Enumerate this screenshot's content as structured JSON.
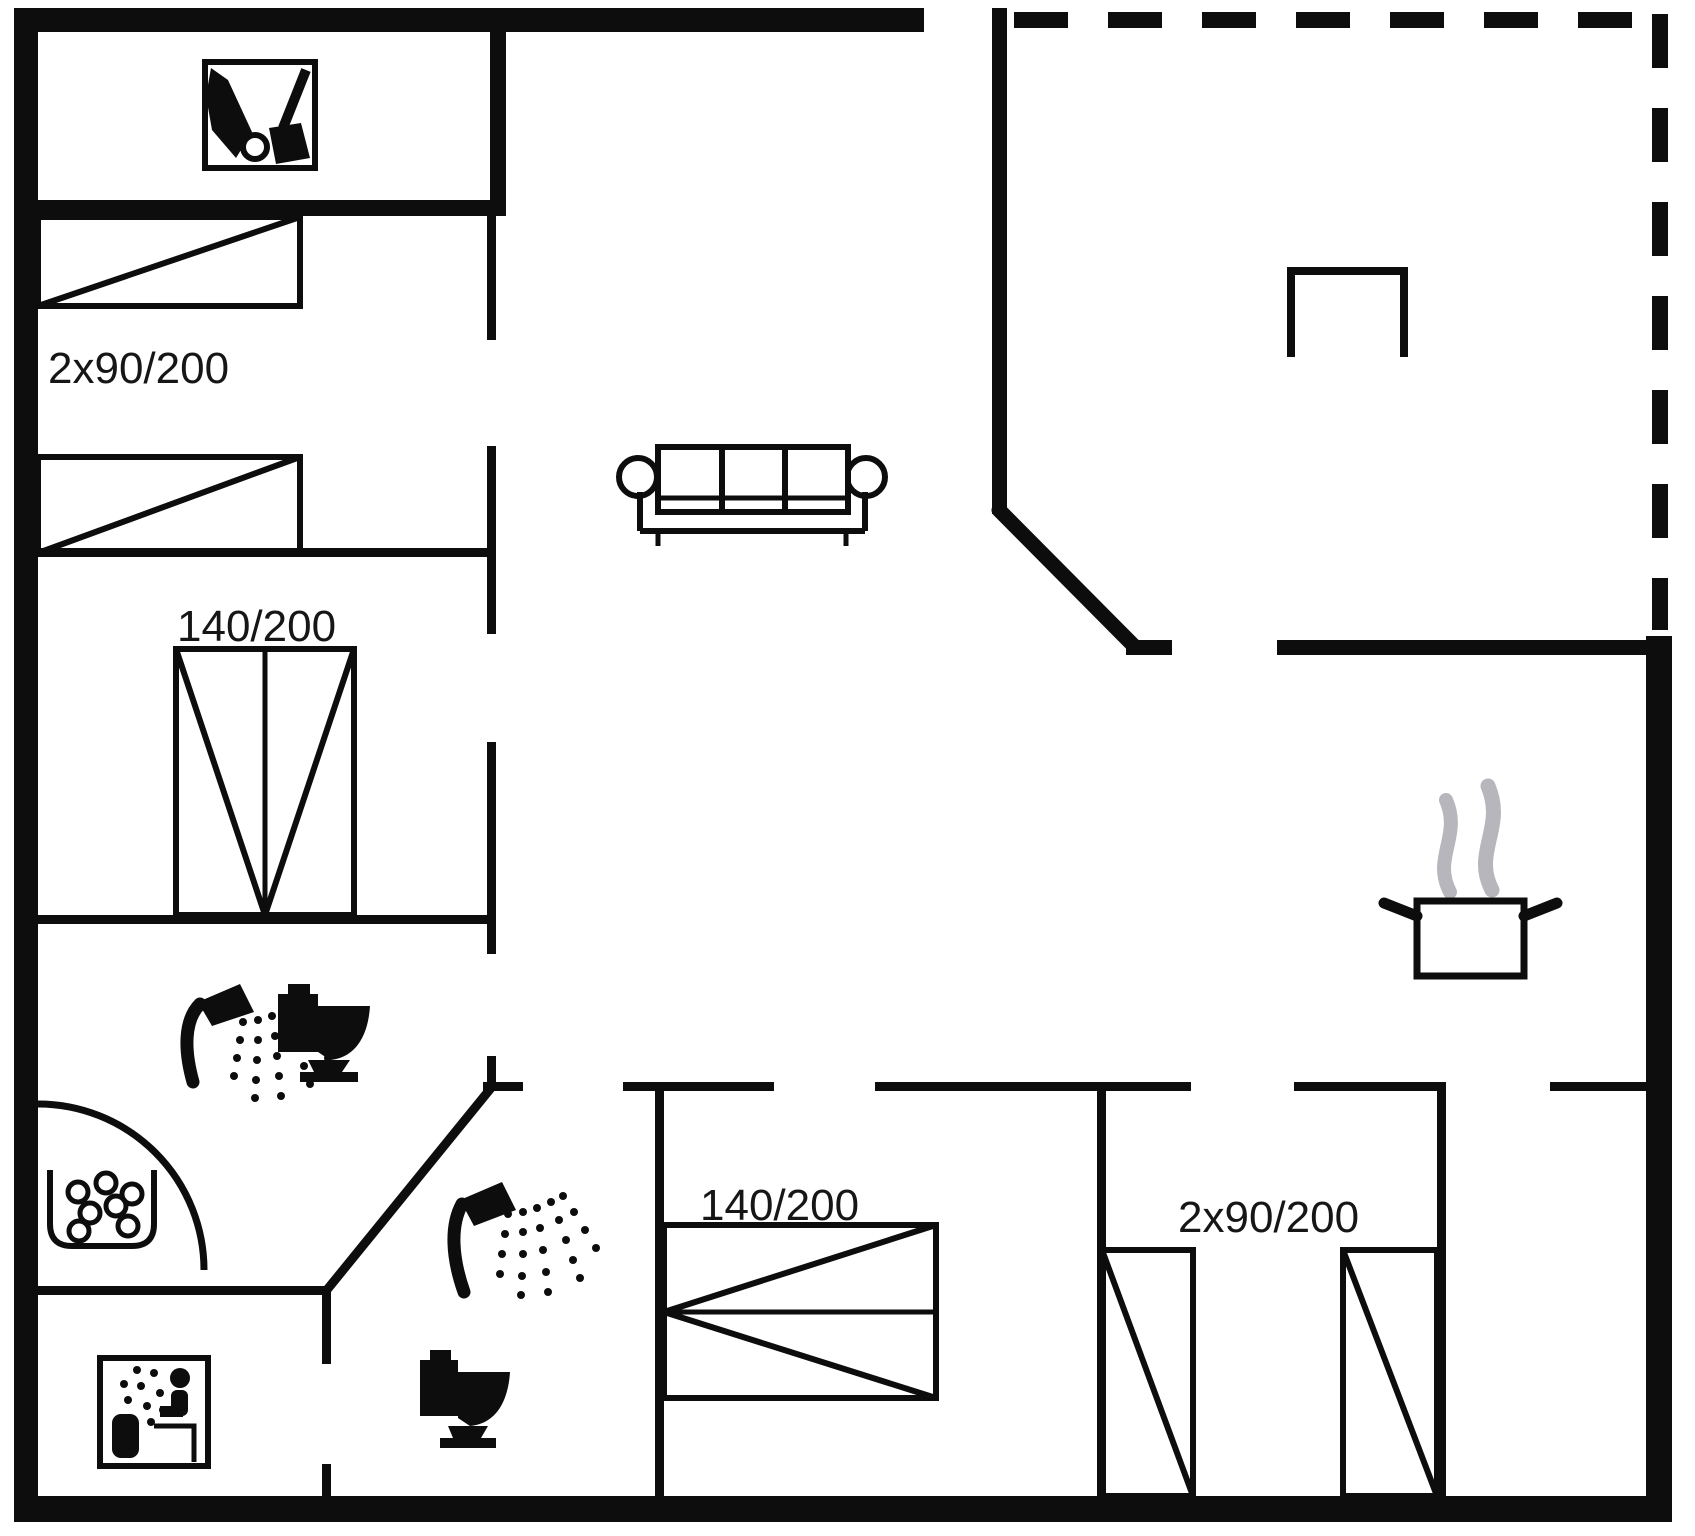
{
  "diagram": {
    "type": "floor-plan",
    "background_color": "#ffffff",
    "wall_color": "#0d0d0d",
    "text_color": "#161616",
    "steam_color": "#b6b6bc",
    "labels": {
      "bedroom_top_left": "2x90/200",
      "bedroom_mid_left": "140/200",
      "bedroom_bottom_middle": "140/200",
      "bedroom_bottom_right": "2x90/200"
    },
    "icons": [
      "cleaning-equipment-icon",
      "single-bed-icon",
      "double-bed-icon",
      "sofa-icon",
      "fireplace-icon",
      "cooking-pot-icon",
      "shower-icon",
      "toilet-icon",
      "whirlpool-tub-icon",
      "door-swing-arc",
      "sauna-icon"
    ]
  }
}
